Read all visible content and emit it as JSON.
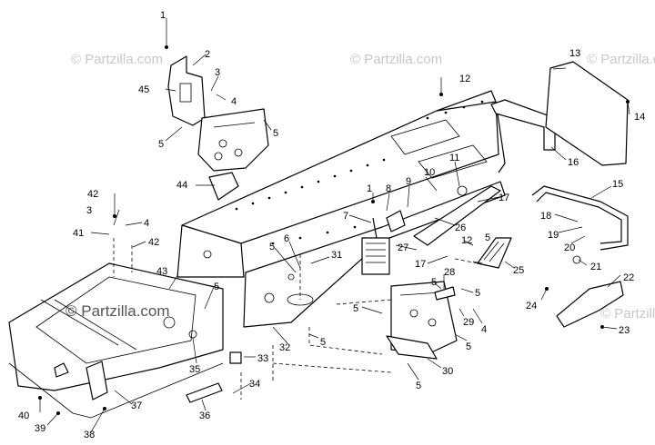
{
  "watermarks": {
    "top_left": "© Partzilla.com",
    "top_center": "© Partzilla.com",
    "top_right": "© Partzilla.com",
    "main": "© Partzilla.com",
    "bottom_right": "© Partzilla.com"
  },
  "callouts": [
    {
      "id": "1a",
      "text": "1"
    },
    {
      "id": "2",
      "text": "2"
    },
    {
      "id": "3a",
      "text": "3"
    },
    {
      "id": "4a",
      "text": "4"
    },
    {
      "id": "45",
      "text": "45"
    },
    {
      "id": "5a",
      "text": "5"
    },
    {
      "id": "5b",
      "text": "5"
    },
    {
      "id": "44",
      "text": "44"
    },
    {
      "id": "12a",
      "text": "12"
    },
    {
      "id": "13",
      "text": "13"
    },
    {
      "id": "14",
      "text": "14"
    },
    {
      "id": "16",
      "text": "16"
    },
    {
      "id": "15",
      "text": "15"
    },
    {
      "id": "11",
      "text": "11"
    },
    {
      "id": "10",
      "text": "10"
    },
    {
      "id": "9",
      "text": "9"
    },
    {
      "id": "8",
      "text": "8"
    },
    {
      "id": "1b",
      "text": "1"
    },
    {
      "id": "17a",
      "text": "17"
    },
    {
      "id": "7",
      "text": "7"
    },
    {
      "id": "26",
      "text": "26"
    },
    {
      "id": "27",
      "text": "27"
    },
    {
      "id": "12b",
      "text": "12"
    },
    {
      "id": "5c",
      "text": "5"
    },
    {
      "id": "25",
      "text": "25"
    },
    {
      "id": "18",
      "text": "18"
    },
    {
      "id": "19",
      "text": "19"
    },
    {
      "id": "20",
      "text": "20"
    },
    {
      "id": "21",
      "text": "21"
    },
    {
      "id": "22",
      "text": "22"
    },
    {
      "id": "42a",
      "text": "42"
    },
    {
      "id": "3b",
      "text": "3"
    },
    {
      "id": "4b",
      "text": "4"
    },
    {
      "id": "41",
      "text": "41"
    },
    {
      "id": "42b",
      "text": "42"
    },
    {
      "id": "6",
      "text": "6"
    },
    {
      "id": "5d",
      "text": "5"
    },
    {
      "id": "31",
      "text": "31"
    },
    {
      "id": "17b",
      "text": "17"
    },
    {
      "id": "28",
      "text": "28"
    },
    {
      "id": "5e",
      "text": "5"
    },
    {
      "id": "5f",
      "text": "5"
    },
    {
      "id": "43",
      "text": "43"
    },
    {
      "id": "5g",
      "text": "5"
    },
    {
      "id": "24",
      "text": "24"
    },
    {
      "id": "23",
      "text": "23"
    },
    {
      "id": "5h",
      "text": "5"
    },
    {
      "id": "29",
      "text": "29"
    },
    {
      "id": "4c",
      "text": "4"
    },
    {
      "id": "5i",
      "text": "5"
    },
    {
      "id": "32",
      "text": "32"
    },
    {
      "id": "5j",
      "text": "5"
    },
    {
      "id": "35",
      "text": "35"
    },
    {
      "id": "33",
      "text": "33"
    },
    {
      "id": "30",
      "text": "30"
    },
    {
      "id": "5k",
      "text": "5"
    },
    {
      "id": "34",
      "text": "34"
    },
    {
      "id": "36",
      "text": "36"
    },
    {
      "id": "37",
      "text": "37"
    },
    {
      "id": "40",
      "text": "40"
    },
    {
      "id": "39",
      "text": "39"
    },
    {
      "id": "38",
      "text": "38"
    }
  ]
}
